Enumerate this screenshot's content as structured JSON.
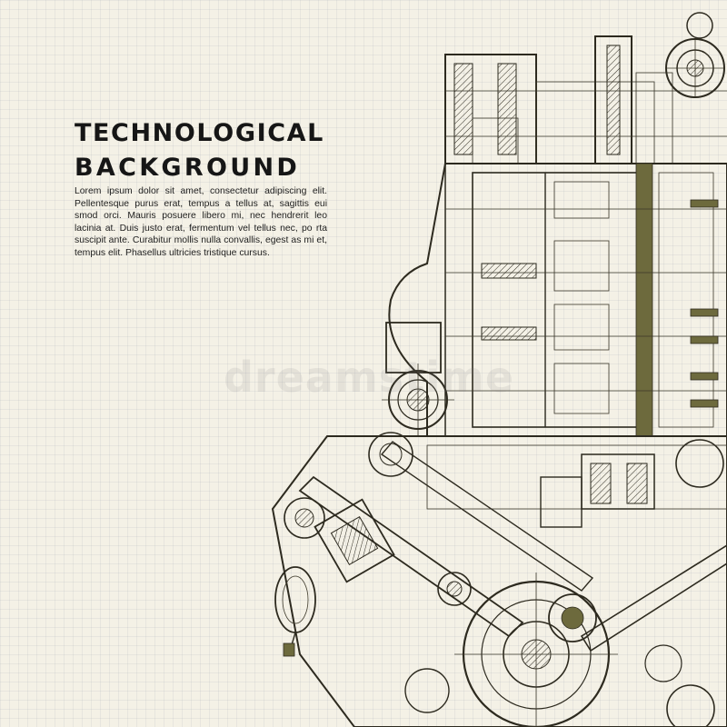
{
  "headline": {
    "line1": "TECHNOLOGICAL",
    "line2": "BACKGROUND"
  },
  "body_text": "Lorem ipsum dolor sit amet, consectetur adipiscing elit. Pellentesque purus erat, tempus a tellus at, sagittis eui smod orci. Mauris posuere libero mi, nec hendrerit leo lacinia at. Duis justo erat, fermentum vel tellus nec, po rta suscipit ante. Curabitur mollis nulla convallis, egest as mi et, tempus elit. Phasellus ultricies tristique cursus.",
  "watermark": "dreamstime",
  "colors": {
    "paper": "#f4f1e6",
    "ink": "#2d2a1f",
    "olive_fill": "#6d6a3d",
    "grid": "#788296"
  },
  "illustration": "engine-blueprint-drawing"
}
